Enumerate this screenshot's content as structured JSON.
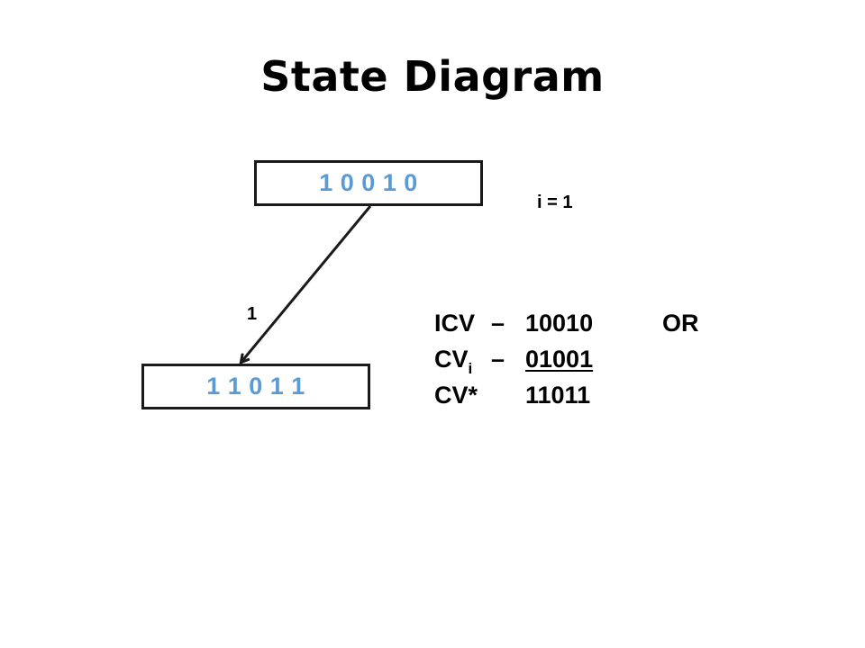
{
  "title": "State Diagram",
  "colors": {
    "state_text": "#5b9bd5",
    "edge": "#1a1a1a",
    "text": "#000000"
  },
  "iteration_label": "i  = 1",
  "states": {
    "top": {
      "label": "1 0 0 1 0"
    },
    "bottom": {
      "label": "1 1 0 1 1"
    }
  },
  "edge": {
    "from": "top",
    "to": "bottom",
    "label": "1"
  },
  "calculation": {
    "rows": [
      {
        "name": "ICV",
        "op": "–",
        "value": "10010",
        "extra": "OR"
      },
      {
        "name": "CV",
        "subscript": "i",
        "op": "–",
        "value": "01001"
      },
      {
        "name": "CV*",
        "value": "11011"
      }
    ]
  }
}
